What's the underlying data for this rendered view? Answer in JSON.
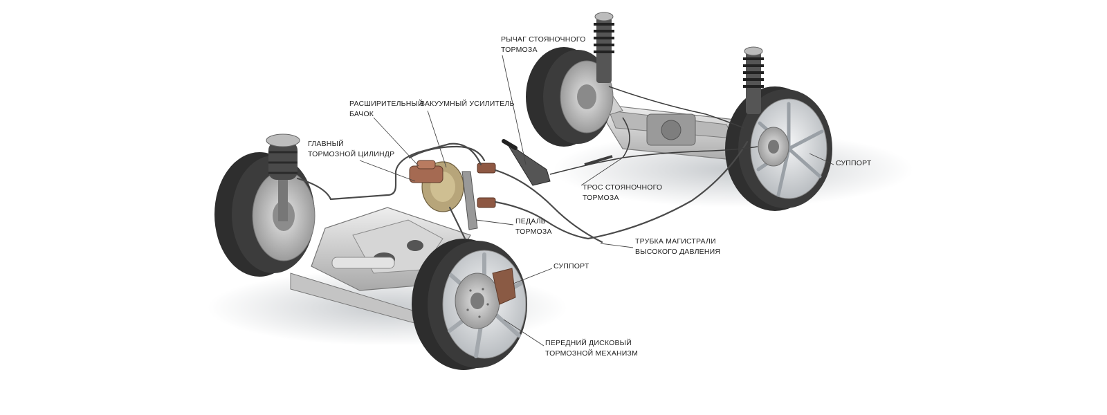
{
  "diagram": {
    "colors": {
      "tire": "#3a3a3a",
      "rim": "#d9dcdf",
      "metal": "#c8c8c8",
      "reservoir": "#a0674f",
      "line": "#444444",
      "text": "#222222"
    },
    "labels": {
      "parking_lever": [
        "РЫЧАГ СТОЯНОЧНОГО",
        "ТОРМОЗА"
      ],
      "reservoir": [
        "РАСШИРИТЕЛЬНЫЙ",
        "БАЧОК"
      ],
      "vacuum_booster": [
        "ВАКУУМНЫЙ УСИЛИТЕЛЬ"
      ],
      "master_cylinder": [
        "ГЛАВНЫЙ",
        "ТОРМОЗНОЙ ЦИЛИНДР"
      ],
      "rear_caliper": [
        "СУППОРТ"
      ],
      "parking_cable": [
        "ТРОС СТОЯНОЧНОГО",
        "ТОРМОЗА"
      ],
      "brake_pedal": [
        "ПЕДАЛЬ",
        "ТОРМОЗА"
      ],
      "high_pressure_line": [
        "ТРУБКА МАГИСТРАЛИ",
        "ВЫСОКОГО ДАВЛЕНИЯ"
      ],
      "front_caliper": [
        "СУППОРТ"
      ],
      "front_disc_brake": [
        "ПЕРЕДНИЙ ДИСКОВЫЙ",
        "ТОРМОЗНОЙ МЕХАНИЗМ"
      ]
    }
  }
}
